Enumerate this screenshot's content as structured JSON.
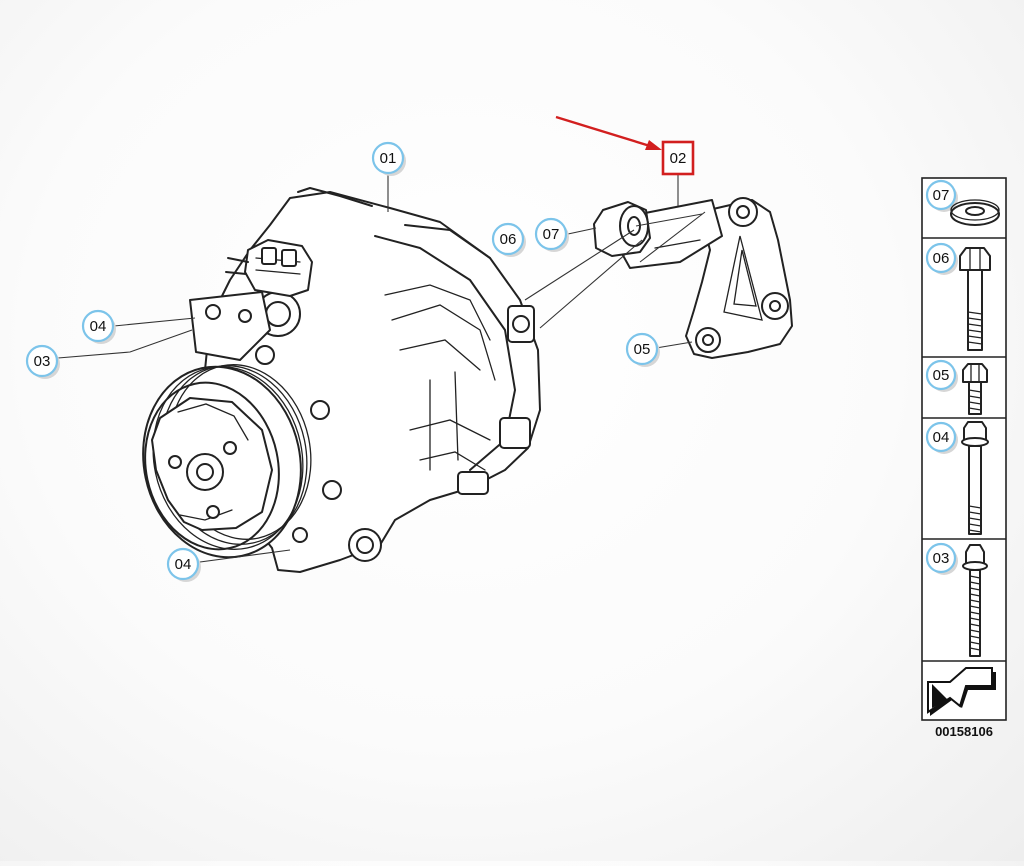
{
  "callouts": {
    "c01": "01",
    "c02": "02",
    "c03_left": "03",
    "c04_left": "04",
    "c04_bottom": "04",
    "c05_main": "05",
    "c06_main": "06",
    "c07_main": "07"
  },
  "legend": {
    "items": [
      {
        "label": "07",
        "icon": "washer-icon"
      },
      {
        "label": "06",
        "icon": "long-hex-bolt-icon"
      },
      {
        "label": "05",
        "icon": "short-hex-bolt-icon"
      },
      {
        "label": "04",
        "icon": "long-flange-bolt-icon"
      },
      {
        "label": "03",
        "icon": "stud-bolt-icon"
      }
    ],
    "footer_icon": "arrow-icon"
  },
  "diagram_number": "00158106",
  "colors": {
    "callout_ring": "#7cc4ea",
    "highlight": "#d21f1f",
    "line": "#222222"
  }
}
